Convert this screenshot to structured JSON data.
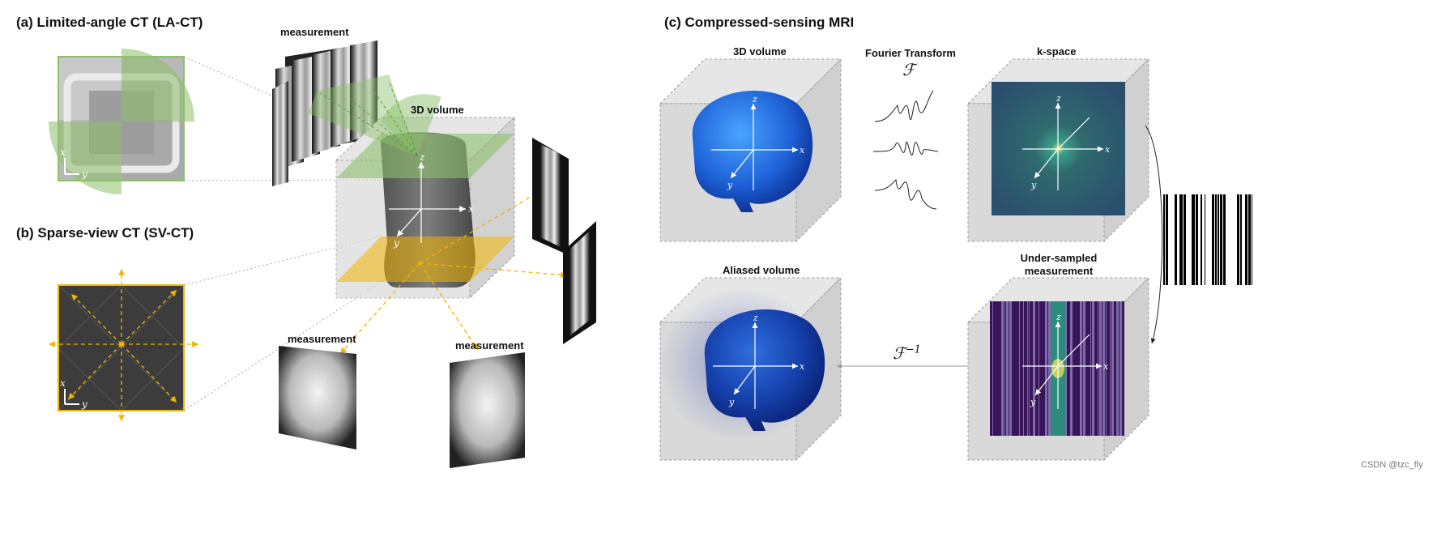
{
  "panels": {
    "a_title": "(a) Limited-angle CT (LA-CT)",
    "b_title": "(b) Sparse-view CT (SV-CT)",
    "c_title": "(c) Compressed-sensing MRI"
  },
  "ct": {
    "measurement_top": "measurement",
    "volume_label": "3D volume",
    "measurement_bottom_left": "measurement",
    "measurement_bottom_right": "measurement"
  },
  "mri": {
    "volume_label": "3D volume",
    "fourier_label": "Fourier Transform",
    "fourier_symbol": "ℱ",
    "kspace_label": "k-space",
    "aliased_label": "Aliased volume",
    "undersampled_label": "Under-sampled measurement",
    "inverse_symbol": "ℱ",
    "inverse_exp": "−1"
  },
  "axes": {
    "x": "x",
    "y": "y",
    "z": "z"
  },
  "colors": {
    "la_green": "#8cc06a",
    "sv_orange": "#f0b400",
    "brain_blue": "#1f5fd6",
    "kspace_teal": "#2f6a6e",
    "undersampled_purple": "#3a1458"
  },
  "watermark": "CSDN @tzc_fly"
}
